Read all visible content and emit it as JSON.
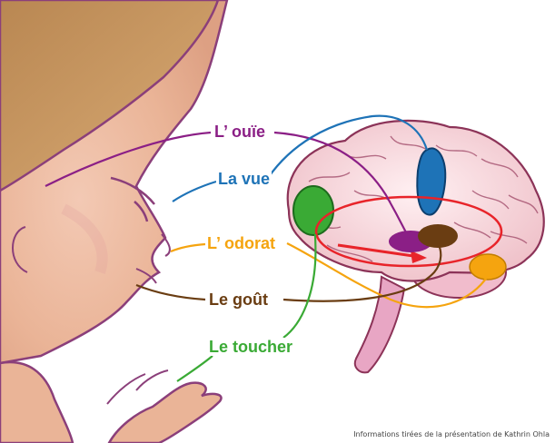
{
  "senses": {
    "hearing": {
      "label": "L’ ouïe",
      "color": "#8b1f86"
    },
    "sight": {
      "label": "La vue",
      "color": "#1e73b7"
    },
    "smell": {
      "label": "L’ odorat",
      "color": "#f5a40f"
    },
    "taste": {
      "label": "Le goût",
      "color": "#6a3d12"
    },
    "touch": {
      "label": "Le toucher",
      "color": "#3aaa35"
    }
  },
  "credit": "Informations tirées de la présentation de Kathrin Ohla",
  "colors": {
    "skin": "#e8b090",
    "hair": "#c99a63",
    "outline": "#8b3f7a",
    "brain": "#f3cfd5",
    "brain_outline": "#8c3358",
    "brainstem": "#e8a6c4",
    "arrow": "#e8242a"
  }
}
